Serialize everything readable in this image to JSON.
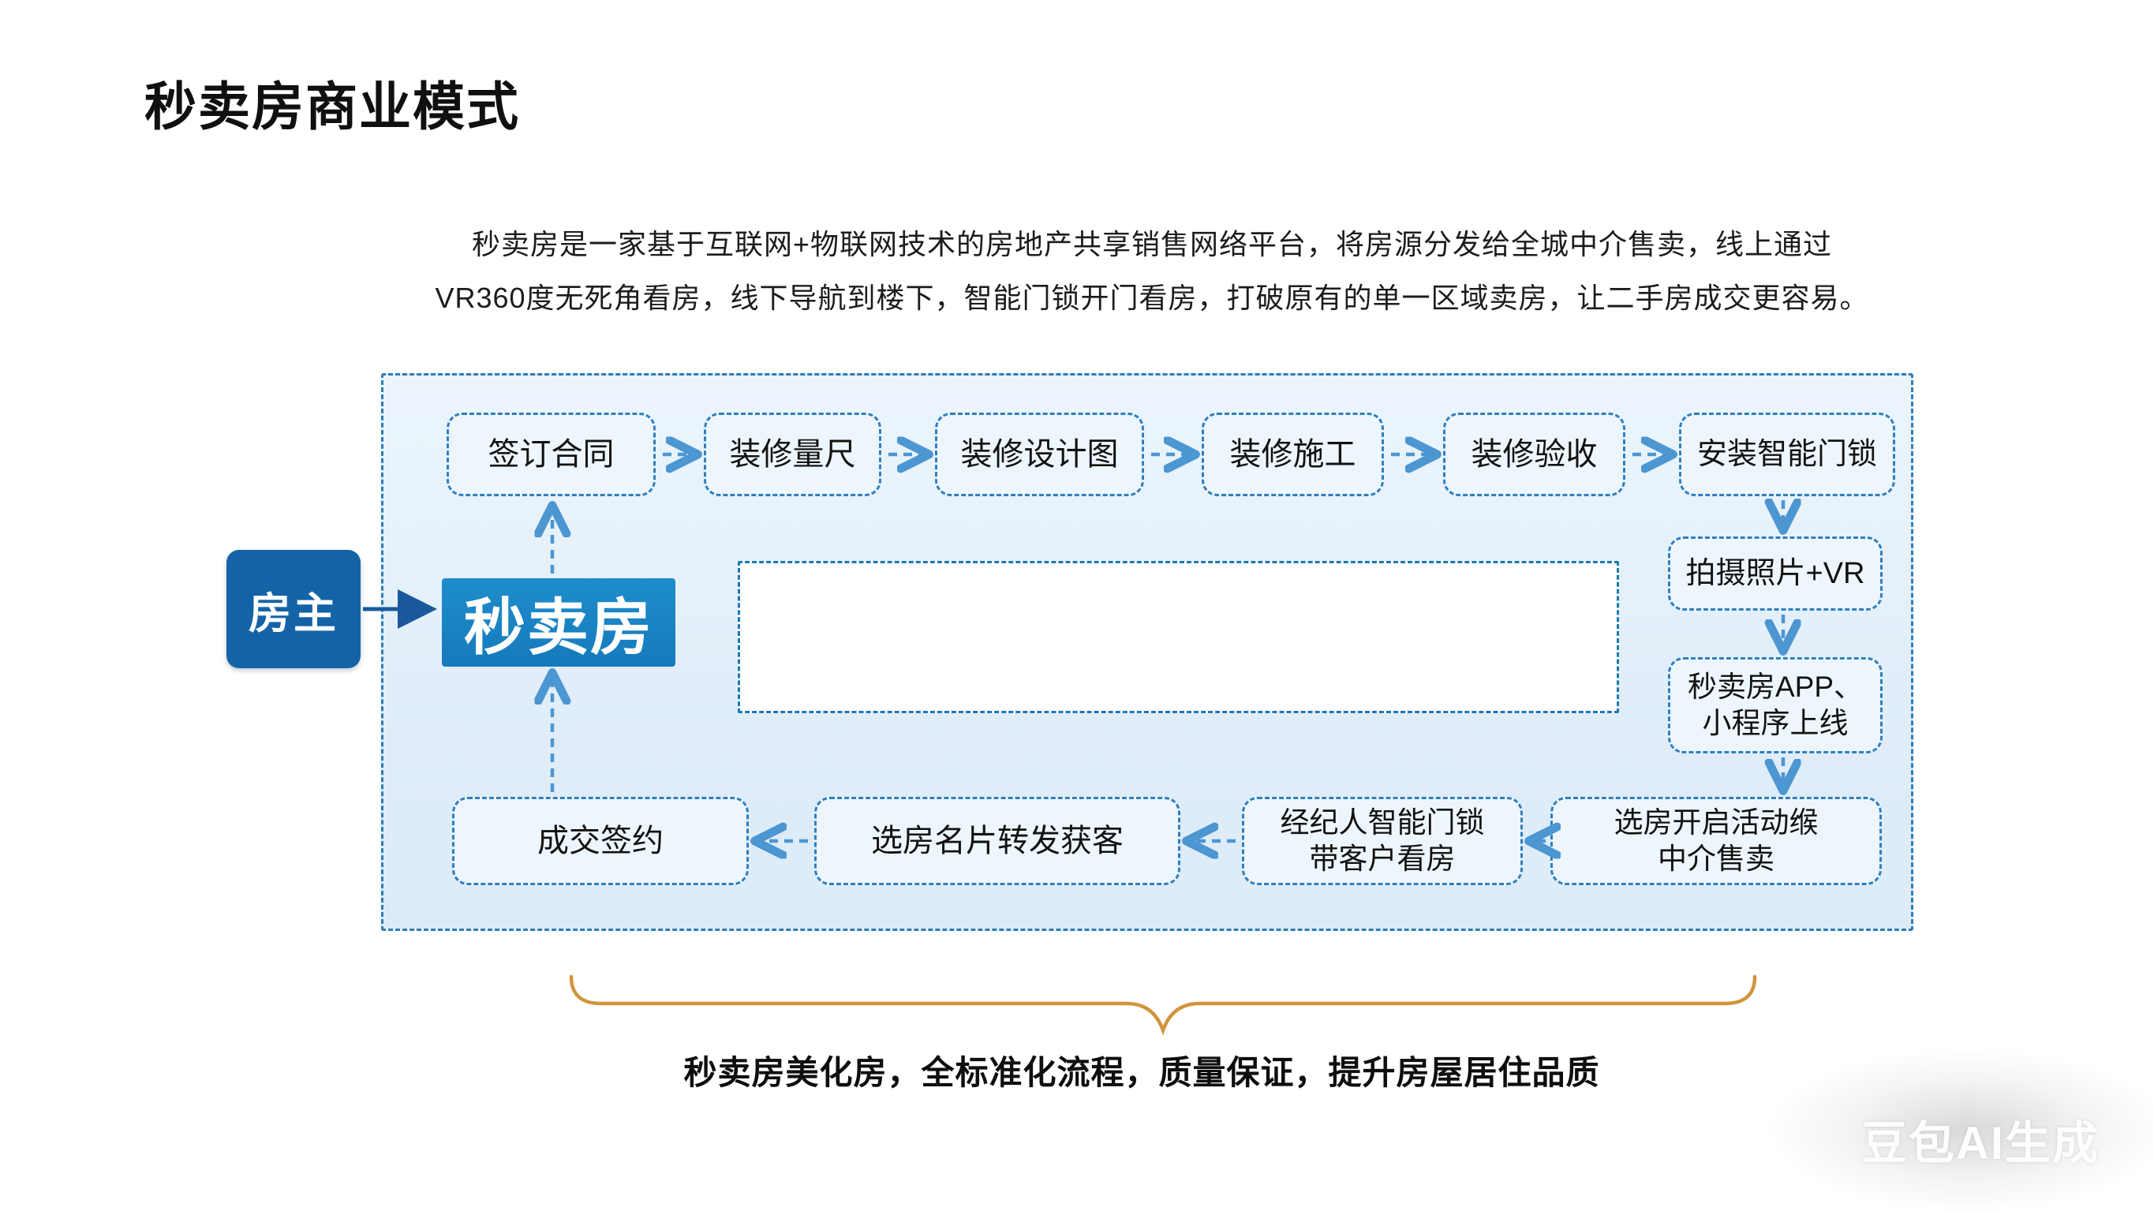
{
  "header": {
    "title": "秒卖房商业模式",
    "description_line1": "秒卖房是一家基于互联网+物联网技术的房地产共享销售网络平台，将房源分发给全城中介售卖，线上通过",
    "description_line2": "VR360度无死角看房，线下导航到楼下，智能门锁开门看房，打破原有的单一区域卖房，让二手房成交更容易。"
  },
  "diagram": {
    "actor_label": "房主",
    "platform_label": "秒卖房",
    "top_flow": [
      "签订合同",
      "装修量尺",
      "装修设计图",
      "装修施工",
      "装修验收",
      "安装智能门锁"
    ],
    "right_flow": {
      "step1": "拍摄照片+VR",
      "step2_line1": "秒卖房APP、",
      "step2_line2": "小程序上线",
      "step3_line1": "选房开启活动缑",
      "step3_line2": "中介售卖"
    },
    "bottom_flow": {
      "step1_line1": "经纪人智能门锁",
      "step1_line2": "带客户看房",
      "step2": "选房名片转发获客",
      "step3": "成交签约"
    }
  },
  "footer": {
    "caption": "秒卖房美化房，全标准化流程，质量保证，提升房屋居住品质",
    "watermark": "豆包AI生成"
  },
  "colors": {
    "platform_blue": "#1a85c5",
    "actor_dark_blue": "#1563a7",
    "dashed_border_blue": "#2d7db8",
    "arrow_blue": "#4c96d2",
    "solid_arrow_blue": "#19599b",
    "brace_orange": "#d1943b",
    "panel_background": "#e4f0fa"
  }
}
